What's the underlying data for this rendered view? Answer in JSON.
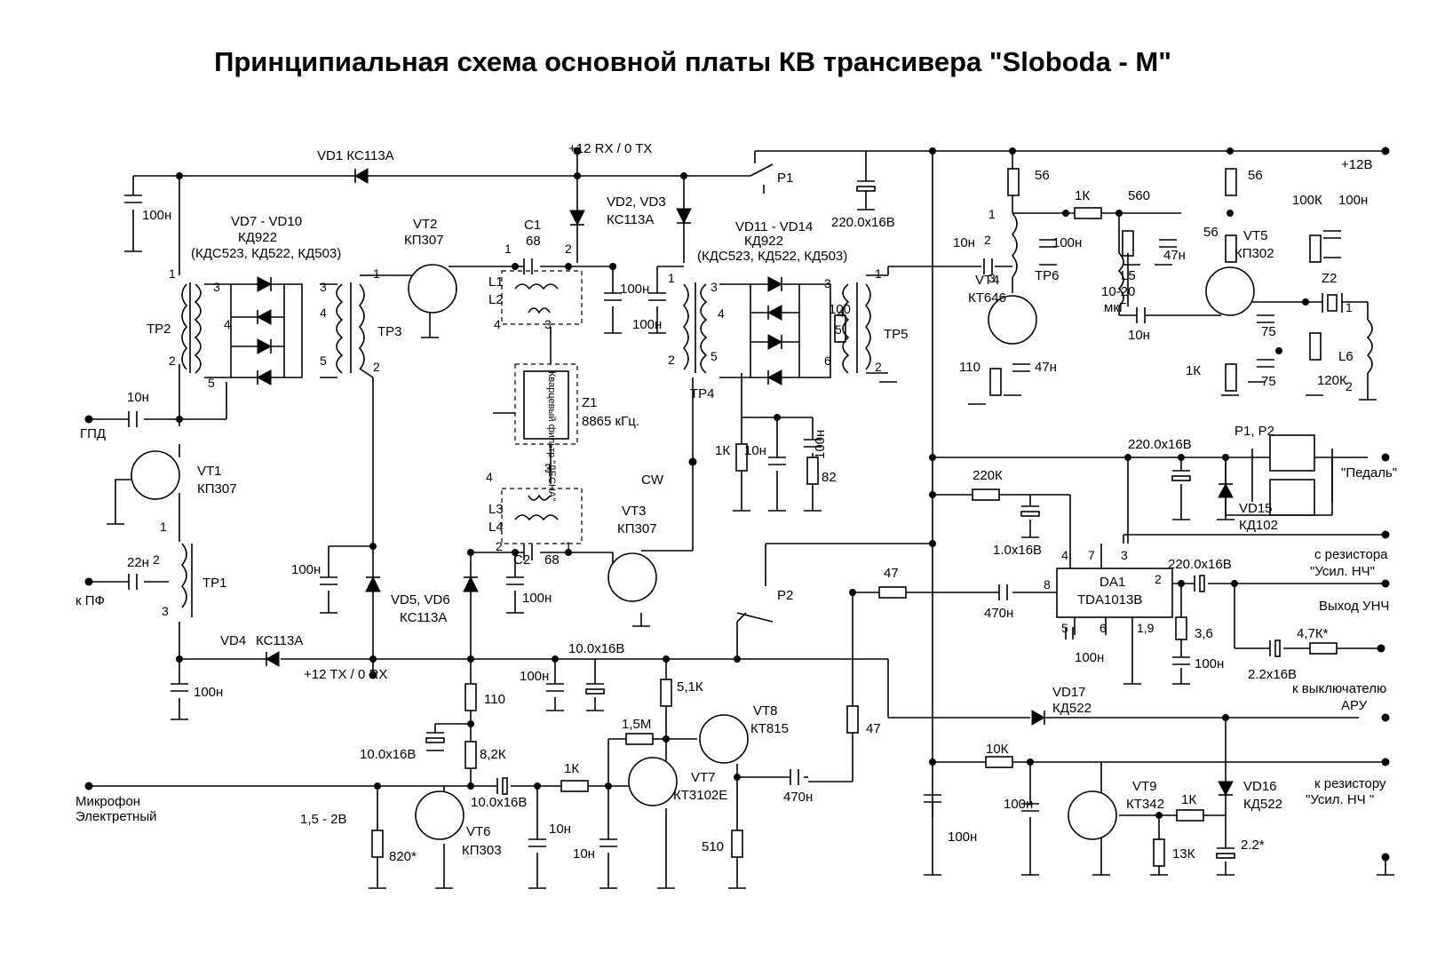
{
  "title": "Принципиальная схема основной платы КВ трансивера \"Sloboda - M\"",
  "labels": {
    "pwr_rx": "+12 RX / 0 TX",
    "pwr_tx": "+12 TX / 0 RX",
    "pwr_12": "+12В",
    "vd1": "VD1 КС113А",
    "p1": "P1",
    "c_220_top": "220.0х16В",
    "c_100n_a": "100н",
    "vd7_10": "VD7 - VD10",
    "kd922_a": "КД922",
    "kds_a": "(КДС523, КД522, КД503)",
    "vt2": "VT2",
    "kp307_vt2": "КП307",
    "c1": "C1",
    "c1_val": "68",
    "vd2_3": "VD2, VD3",
    "ks113_vd23": "КС113А",
    "vd11_14": "VD11 - VD14",
    "kd922_b": "КД922",
    "kds_b": "(КДС523, КД522, КД503)",
    "r56_a": "56",
    "r1k_top": "1К",
    "r560": "560",
    "r56_b": "56",
    "r100k_top": "100К",
    "c100n_top_r": "100н",
    "r56_c": "56",
    "vt5": "VT5",
    "kp302": "КП302",
    "z2": "Z2",
    "tr2": "ТР2",
    "tr3": "ТР3",
    "tr4": "ТР4",
    "tr5": "ТР5",
    "tr6": "ТР6",
    "tr1": "ТР1",
    "l1": "L1",
    "l2": "L2",
    "l3": "L3",
    "l4": "L4",
    "c100n_l1": "100н",
    "c100n_tr4": "100н",
    "r100_tr5": "100",
    "vt4": "VT4",
    "kt646": "КТ646",
    "c10n_vt4": "10н",
    "c100n_tr6": "100н",
    "l5": "L5",
    "l5_val": "10-20",
    "l5_unit": "мкГ",
    "c47n_l5": "47н",
    "c10n_l5": "10н",
    "c75_a": "75",
    "c75_b": "75",
    "r1k_vt5": "1К",
    "r120k": "120К",
    "l6": "L6",
    "r110_vt4": "110",
    "c47n_vt4": "47н",
    "gpd": "ГПД",
    "c10n_gpd": "10н",
    "vt1": "VT1",
    "kp307_vt1": "КП307",
    "c22n": "22н",
    "k_pf": "к ПФ",
    "z1_box": "Кварцевый фильтр \"ДЕСНА\"",
    "z1": "Z1",
    "z1_freq": "8865 кГц.",
    "cw": "CW",
    "r1k_cw": "1К",
    "c10n_cw": "10н",
    "c100n_cw": "100н",
    "r82": "82",
    "vt3": "VT3",
    "kp307_vt3": "КП307",
    "c2": "C2",
    "c2_val": "68",
    "c100n_c2": "100н",
    "c100n_tr3": "100н",
    "vd5_6": "VD5, VD6",
    "ks113_vd56": "КС113А",
    "vd4": "VD4",
    "ks113_vd4": "КС113А",
    "c100n_vd4": "100н",
    "c_10_16_a": "10.0х16В",
    "c100n_mid": "100н",
    "p2": "P2",
    "r47_a": "47",
    "c470n_a": "470н",
    "r47_b": "47",
    "vt8": "VT8",
    "kt815": "КТ815",
    "r5_1k": "5,1К",
    "r1_5m": "1,5М",
    "vt7": "VT7",
    "kt3102": "КТ3102Е",
    "c470n_b": "470н",
    "r510": "510",
    "r110_mic": "110",
    "c_10_16_b": "10.0х16В",
    "r8_2k": "8,2К",
    "c_10_16_c": "10.0х16В",
    "r1k_mic": "1К",
    "c10n_mic_a": "10н",
    "c10n_mic_b": "10н",
    "mic1": "Микрофон",
    "mic2": "Электретный",
    "v_mic": "1,5 - 2В",
    "r820": "820*",
    "vt6": "VT6",
    "kp303": "КП303",
    "c_220_mid": "220.0х16В",
    "p1p2": "P1, P2",
    "pedal": "\"Педаль\"",
    "vd15": "VD15",
    "kd102": "КД102",
    "r220k": "220К",
    "c_1_16": "1.0х16В",
    "da1": "DA1",
    "tda": "TDA1013B",
    "pin4": "4",
    "pin7": "7",
    "pin3": "3",
    "pin8": "8",
    "pin2": "2",
    "pin5": "5",
    "pin6": "6",
    "pin19": "1,9",
    "c100n_da1": "100н",
    "s_res1": "с резистора",
    "s_res2": "\"Усил. НЧ\"",
    "c_220_out": "220.0х16В",
    "out_unch": "Выход УНЧ",
    "r3_6": "3,6",
    "c100n_out": "100н",
    "r4_7k": "4,7К*",
    "c_2_2_16": "2.2х16В",
    "k_arv1": "к выключателю",
    "k_arv2": "АРУ",
    "vd17": "VD17",
    "kd522_vd17": "КД522",
    "r10k": "10К",
    "c100n_arv_a": "100н",
    "c100n_arv_b": "100н",
    "vt9": "VT9",
    "kt342": "КТ342",
    "r1k_vt9": "1К",
    "r13k": "13К",
    "vd16": "VD16",
    "kd522_vd16": "КД522",
    "c2_2": "2.2*",
    "k_rez1": "к резистору",
    "k_rez2": "\"Усил. НЧ \""
  }
}
